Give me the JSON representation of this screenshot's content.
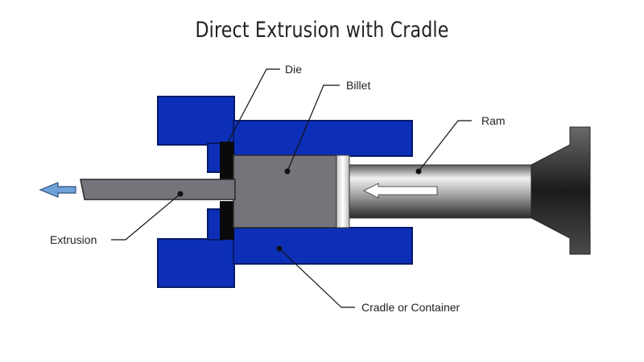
{
  "title": "Direct Extrusion with Cradle",
  "labels": {
    "die": "Die",
    "billet": "Billet",
    "ram": "Ram",
    "extrusion": "Extrusion",
    "cradle": "Cradle or Container"
  },
  "colors": {
    "cradle": "#0d2fb8",
    "billet": "#77737a",
    "die": "#0a0a0a",
    "arrow_left": "#6ea1d8"
  }
}
